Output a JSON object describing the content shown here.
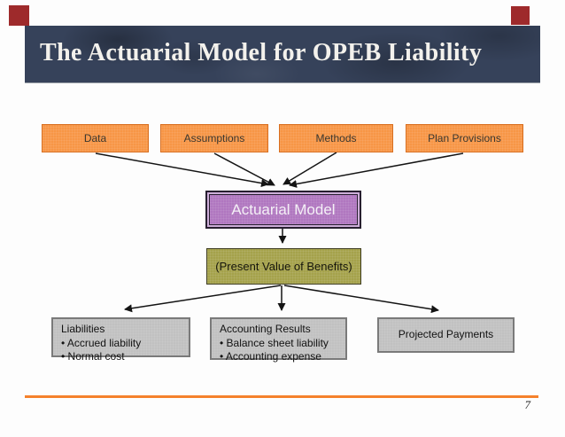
{
  "slide": {
    "title": "The Actuarial Model for OPEB Liability",
    "page_number": "7"
  },
  "diagram": {
    "inputs": [
      {
        "label": "Data"
      },
      {
        "label": "Assumptions"
      },
      {
        "label": "Methods"
      },
      {
        "label": "Plan Provisions"
      }
    ],
    "model": {
      "label": "Actuarial Model"
    },
    "present_value": {
      "label": "(Present Value of Benefits)"
    },
    "outputs": [
      {
        "title": "Liabilities",
        "bullets": [
          "• Accrued liability",
          "• Normal cost"
        ]
      },
      {
        "title": "Accounting Results",
        "bullets": [
          "• Balance sheet liability",
          "• Accounting expense"
        ]
      },
      {
        "title": "Projected Payments",
        "bullets": []
      }
    ]
  },
  "colors": {
    "header_band": "#36425a",
    "title_text": "#f3f1ec",
    "corner_accent": "#9e2a2b",
    "input_fill": "#f79646",
    "input_border": "#d86e1f",
    "model_fill": "#b077c0",
    "model_frame": "#281f30",
    "model_frame_gap": "#cdaed8",
    "present_value_fill": "#a5a24b",
    "present_value_border": "#3f3d22",
    "output_fill": "#c1c1c1",
    "output_border": "#7a7a7a",
    "arrow": "#141414",
    "footer_line": "#f5812c"
  }
}
